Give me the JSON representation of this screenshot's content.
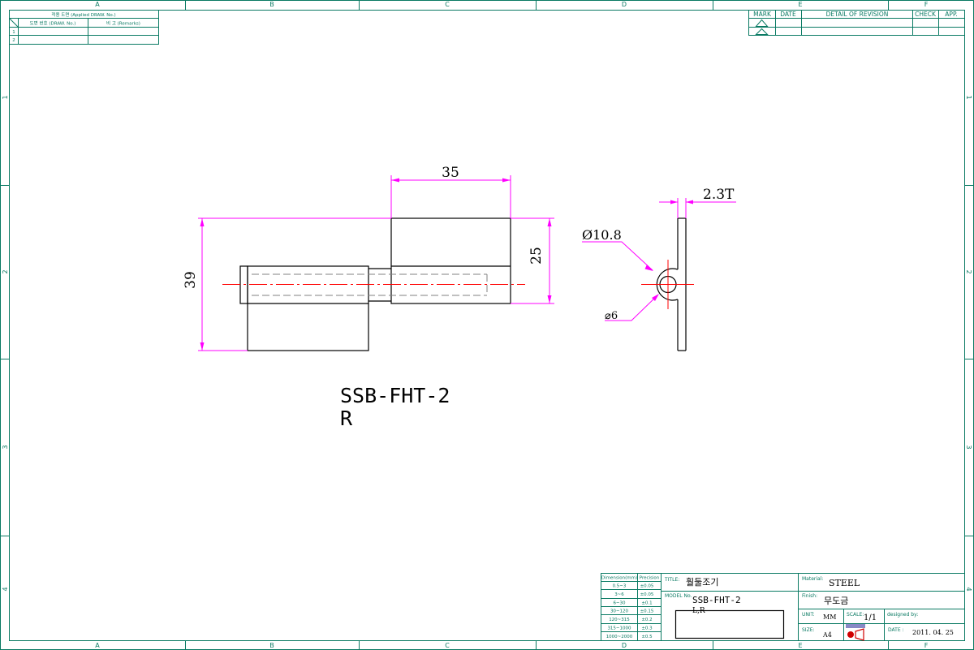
{
  "colors": {
    "frame": "#0a7a63",
    "dimension": "#ff00ff",
    "centerline": "#ff0000",
    "hidden": "#808080",
    "part": "#000000"
  },
  "zones": {
    "columns": [
      "A",
      "B",
      "C",
      "D",
      "E",
      "F"
    ],
    "rows": [
      "1",
      "2",
      "3",
      "4"
    ]
  },
  "applied_table": {
    "header": "적용 도면 (Applied DRAW. No.)",
    "col_drawing": "도면 번호 (DRAW. No.)",
    "col_remarks": "비 고 (Remarks)",
    "row_numbers": [
      "1",
      "2"
    ]
  },
  "revision_table": {
    "headers": [
      "MARK",
      "DATE",
      "DETAIL OF REVISION",
      "CHECK",
      "APP."
    ]
  },
  "dimensions": {
    "width": "35",
    "height_total": "39",
    "height_leaf": "25",
    "thickness": "2.3T",
    "outer_diameter": "Ø10.8",
    "inner_diameter": "⌀6"
  },
  "part_label": {
    "line1": "SSB-FHT-2",
    "line2": "R"
  },
  "tolerance_table": {
    "headers": [
      "Dimension(mm)",
      "Precision"
    ],
    "rows": [
      [
        "0.5~3",
        "±0.05"
      ],
      [
        "3~6",
        "±0.05"
      ],
      [
        "6~30",
        "±0.1"
      ],
      [
        "30~120",
        "±0.15"
      ],
      [
        "120~315",
        "±0.2"
      ],
      [
        "315~1000",
        "±0.3"
      ],
      [
        "1000~2000",
        "±0.5"
      ]
    ]
  },
  "title_block": {
    "title_label": "TITLE:",
    "title": "훨둘조기",
    "model_label": "MODEL No.",
    "model": "SSB-FHT-2",
    "model_suffix": "L,R",
    "material_label": "Material:",
    "material": "STEEL",
    "finish_label": "Finish:",
    "finish": "무도금",
    "unit_label": "UNIT:",
    "unit": "MM",
    "scale_label": "SCALE:",
    "scale": "1/1",
    "designed_label": "designed by:",
    "size_label": "SIZE:",
    "size": "A4",
    "date_label": "DATE :",
    "date": "2011. 04. 25"
  }
}
